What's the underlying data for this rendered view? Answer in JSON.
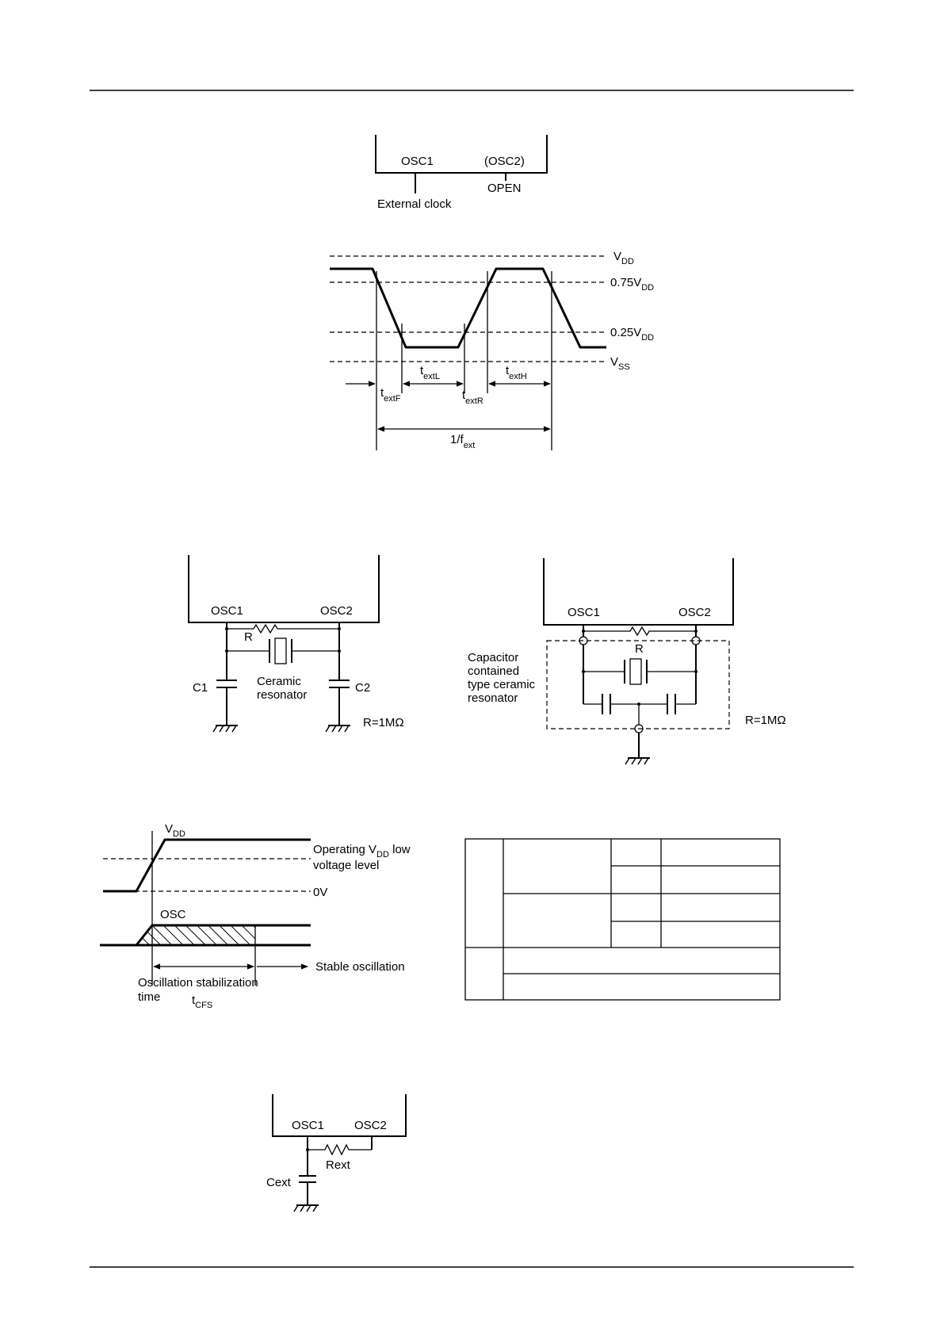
{
  "fig_external_clock_pins": {
    "osc1": "OSC1",
    "osc2": "(OSC2)",
    "open": "OPEN",
    "external_clock": "External clock"
  },
  "fig_external_clock_timing": {
    "vdd": "V",
    "vdd_sub": "DD",
    "v075": "0.75V",
    "v075_sub": "DD",
    "v025": "0.25V",
    "v025_sub": "DD",
    "vss": "V",
    "vss_sub": "SS",
    "textF": "t",
    "textF_sub": "extF",
    "textL": "t",
    "textL_sub": "extL",
    "textR": "t",
    "textR_sub": "extR",
    "textH": "t",
    "textH_sub": "extH",
    "period": "1/f",
    "period_sub": "ext"
  },
  "fig_ceramic_resonator": {
    "osc1": "OSC1",
    "osc2": "OSC2",
    "r": "R",
    "c1": "C1",
    "c2": "C2",
    "resonator_line1": "Ceramic",
    "resonator_line2": "resonator",
    "r_value": "R=1MΩ"
  },
  "fig_capacitor_contained": {
    "osc1": "OSC1",
    "osc2": "OSC2",
    "r": "R",
    "label_lines": [
      "Capacitor",
      "contained",
      "type ceramic",
      "resonator"
    ],
    "r_value": "R=1MΩ"
  },
  "fig_oscillation_stabilization": {
    "vdd": "V",
    "vdd_sub": "DD",
    "operating_line1": "Operating V",
    "operating_sub": "DD",
    "operating_tail": " low",
    "operating_line2": "voltage level",
    "zero_v": "0V",
    "osc": "OSC",
    "stable": "Stable oscillation",
    "stab_line1": "Oscillation stabilization",
    "stab_line2": "time",
    "tcfs": "t",
    "tcfs_sub": "CFS"
  },
  "fig_rc_oscillation": {
    "osc1": "OSC1",
    "osc2": "OSC2",
    "rext": "Rext",
    "cext": "Cext"
  }
}
